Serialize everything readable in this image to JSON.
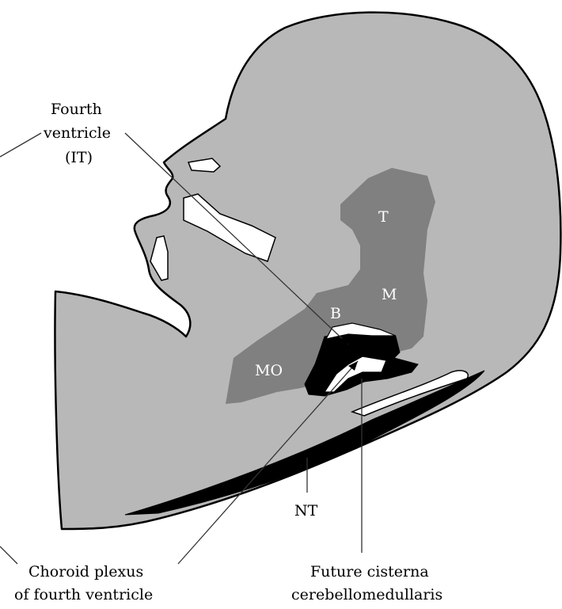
{
  "labels": {
    "fourth_ventricle": [
      "Fourth",
      "ventricle",
      "(IT)"
    ],
    "choroid_plexus": [
      "Choroid plexus",
      "of fourth ventricle"
    ],
    "future_cisterna": [
      "Future cisterna",
      "cerebellomedullaris"
    ],
    "nt": "NT",
    "t": "T",
    "m": "M",
    "b": "B",
    "mo": "MO"
  },
  "colors": {
    "head_fill": "#b8b8b8",
    "brain_fill": "#808080",
    "ventricle_fill": "#000000",
    "cavity_fill": "#ffffff",
    "outline": "#000000"
  }
}
